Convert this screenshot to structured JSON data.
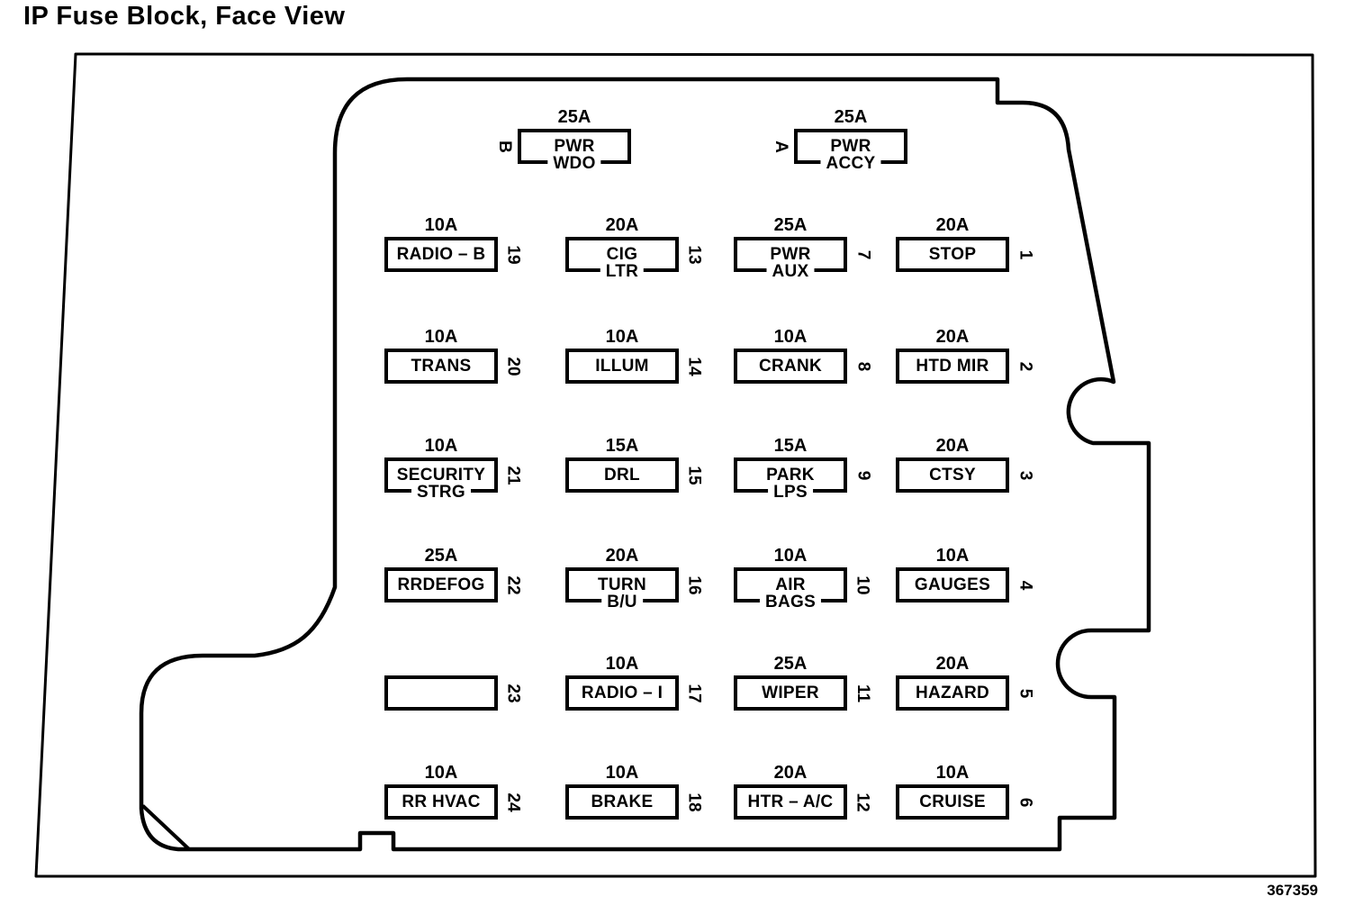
{
  "title": "IP Fuse Block, Face View",
  "figure_number": "367359",
  "colors": {
    "ink": "#000000",
    "paper": "#ffffff"
  },
  "top_fuses": [
    {
      "letter": "B",
      "amp": "25A",
      "name": "PWR",
      "name2": "WDO"
    },
    {
      "letter": "A",
      "amp": "25A",
      "name": "PWR",
      "name2": "ACCY"
    }
  ],
  "fuses": [
    {
      "number": "19",
      "amp": "10A",
      "name": "RADIO – B",
      "name2": "",
      "col": 1,
      "row": 1
    },
    {
      "number": "13",
      "amp": "20A",
      "name": "CIG",
      "name2": "LTR",
      "col": 2,
      "row": 1
    },
    {
      "number": "7",
      "amp": "25A",
      "name": "PWR",
      "name2": "AUX",
      "col": 3,
      "row": 1
    },
    {
      "number": "1",
      "amp": "20A",
      "name": "STOP",
      "name2": "",
      "col": 4,
      "row": 1
    },
    {
      "number": "20",
      "amp": "10A",
      "name": "TRANS",
      "name2": "",
      "col": 1,
      "row": 2
    },
    {
      "number": "14",
      "amp": "10A",
      "name": "ILLUM",
      "name2": "",
      "col": 2,
      "row": 2
    },
    {
      "number": "8",
      "amp": "10A",
      "name": "CRANK",
      "name2": "",
      "col": 3,
      "row": 2
    },
    {
      "number": "2",
      "amp": "20A",
      "name": "HTD MIR",
      "name2": "",
      "col": 4,
      "row": 2
    },
    {
      "number": "21",
      "amp": "10A",
      "name": "SECURITY",
      "name2": "STRG",
      "col": 1,
      "row": 3
    },
    {
      "number": "15",
      "amp": "15A",
      "name": "DRL",
      "name2": "",
      "col": 2,
      "row": 3
    },
    {
      "number": "9",
      "amp": "15A",
      "name": "PARK",
      "name2": "LPS",
      "col": 3,
      "row": 3
    },
    {
      "number": "3",
      "amp": "20A",
      "name": "CTSY",
      "name2": "",
      "col": 4,
      "row": 3
    },
    {
      "number": "22",
      "amp": "25A",
      "name": "RRDEFOG",
      "name2": "",
      "col": 1,
      "row": 4
    },
    {
      "number": "16",
      "amp": "20A",
      "name": "TURN",
      "name2": "B/U",
      "col": 2,
      "row": 4
    },
    {
      "number": "10",
      "amp": "10A",
      "name": "AIR",
      "name2": "BAGS",
      "col": 3,
      "row": 4
    },
    {
      "number": "4",
      "amp": "10A",
      "name": "GAUGES",
      "name2": "",
      "col": 4,
      "row": 4
    },
    {
      "number": "23",
      "amp": "",
      "name": "",
      "name2": "",
      "col": 1,
      "row": 5
    },
    {
      "number": "17",
      "amp": "10A",
      "name": "RADIO – I",
      "name2": "",
      "col": 2,
      "row": 5
    },
    {
      "number": "11",
      "amp": "25A",
      "name": "WIPER",
      "name2": "",
      "col": 3,
      "row": 5
    },
    {
      "number": "5",
      "amp": "20A",
      "name": "HAZARD",
      "name2": "",
      "col": 4,
      "row": 5
    },
    {
      "number": "24",
      "amp": "10A",
      "name": "RR HVAC",
      "name2": "",
      "col": 1,
      "row": 6
    },
    {
      "number": "18",
      "amp": "10A",
      "name": "BRAKE",
      "name2": "",
      "col": 2,
      "row": 6
    },
    {
      "number": "12",
      "amp": "20A",
      "name": "HTR – A/C",
      "name2": "",
      "col": 3,
      "row": 6
    },
    {
      "number": "6",
      "amp": "10A",
      "name": "CRUISE",
      "name2": "",
      "col": 4,
      "row": 6
    }
  ]
}
